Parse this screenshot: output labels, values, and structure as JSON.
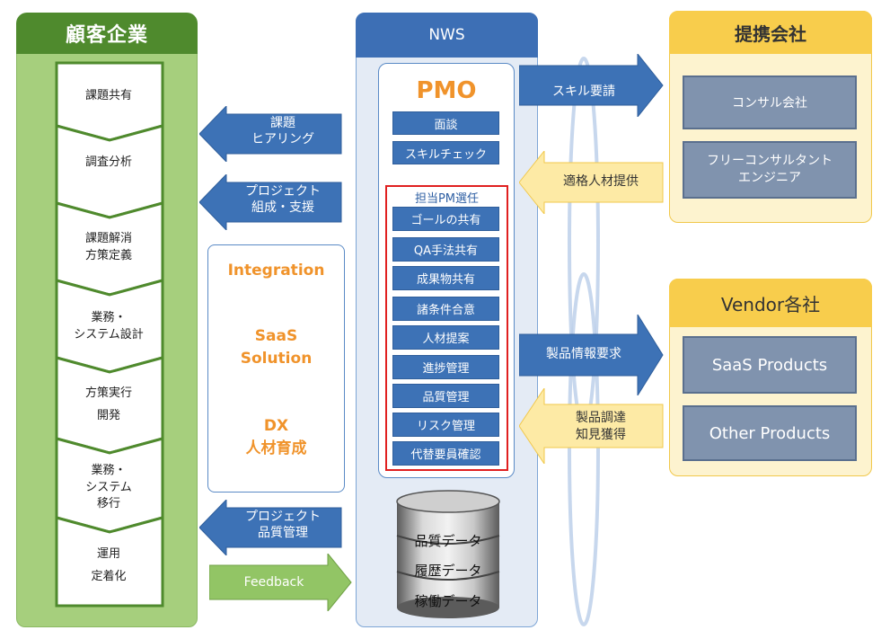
{
  "customer": {
    "title": "顧客企業",
    "steps": [
      "課題共有",
      "調査分析",
      "課題解消\n方策定義",
      "業務・\nシステム設計",
      "方策実行\n開発",
      "業務・\nシステム\n移行",
      "運用\n定着化"
    ]
  },
  "middle": {
    "arrows": {
      "hearing": "課題\nヒアリング",
      "project_support": "プロジェクト\n組成・支援",
      "project_quality": "プロジェクト\n品質管理",
      "feedback": "Feedback"
    },
    "integration": "Integration",
    "saas": "SaaS\nSolution",
    "dx": "DX\n人材育成"
  },
  "nws": {
    "title": "NWS",
    "pmo": "PMO",
    "pmo_items": [
      "面談",
      "スキルチェック"
    ],
    "pm_title": "担当PM選任",
    "pm_items": [
      "ゴールの共有",
      "QA手法共有",
      "成果物共有",
      "諸条件合意",
      "人材提案",
      "進捗管理",
      "品質管理",
      "リスク管理",
      "代替要員確認"
    ],
    "db": [
      "品質データ",
      "履歴データ",
      "稼働データ"
    ]
  },
  "right_arrows": {
    "skill_request": "スキル要請",
    "talent_supply": "適格人材提供",
    "product_request": "製品情報要求",
    "product_knowledge": "製品調達\n知見獲得"
  },
  "partners": {
    "title": "提携会社",
    "items": [
      "コンサル会社",
      "フリーコンサルタント\nエンジニア"
    ]
  },
  "vendors": {
    "title": "Vendor各社",
    "items": [
      "SaaS Products",
      "Other Products"
    ]
  },
  "colors": {
    "green_dark": "#4f8a2d",
    "green_light": "#a6cf7d",
    "blue": "#3d72b6",
    "blue_dark": "#3d6fb5",
    "yellow": "#f8cd4c",
    "orange_text": "#f0932b",
    "red_frame": "#e02020",
    "gray_box": "#8093ae"
  }
}
